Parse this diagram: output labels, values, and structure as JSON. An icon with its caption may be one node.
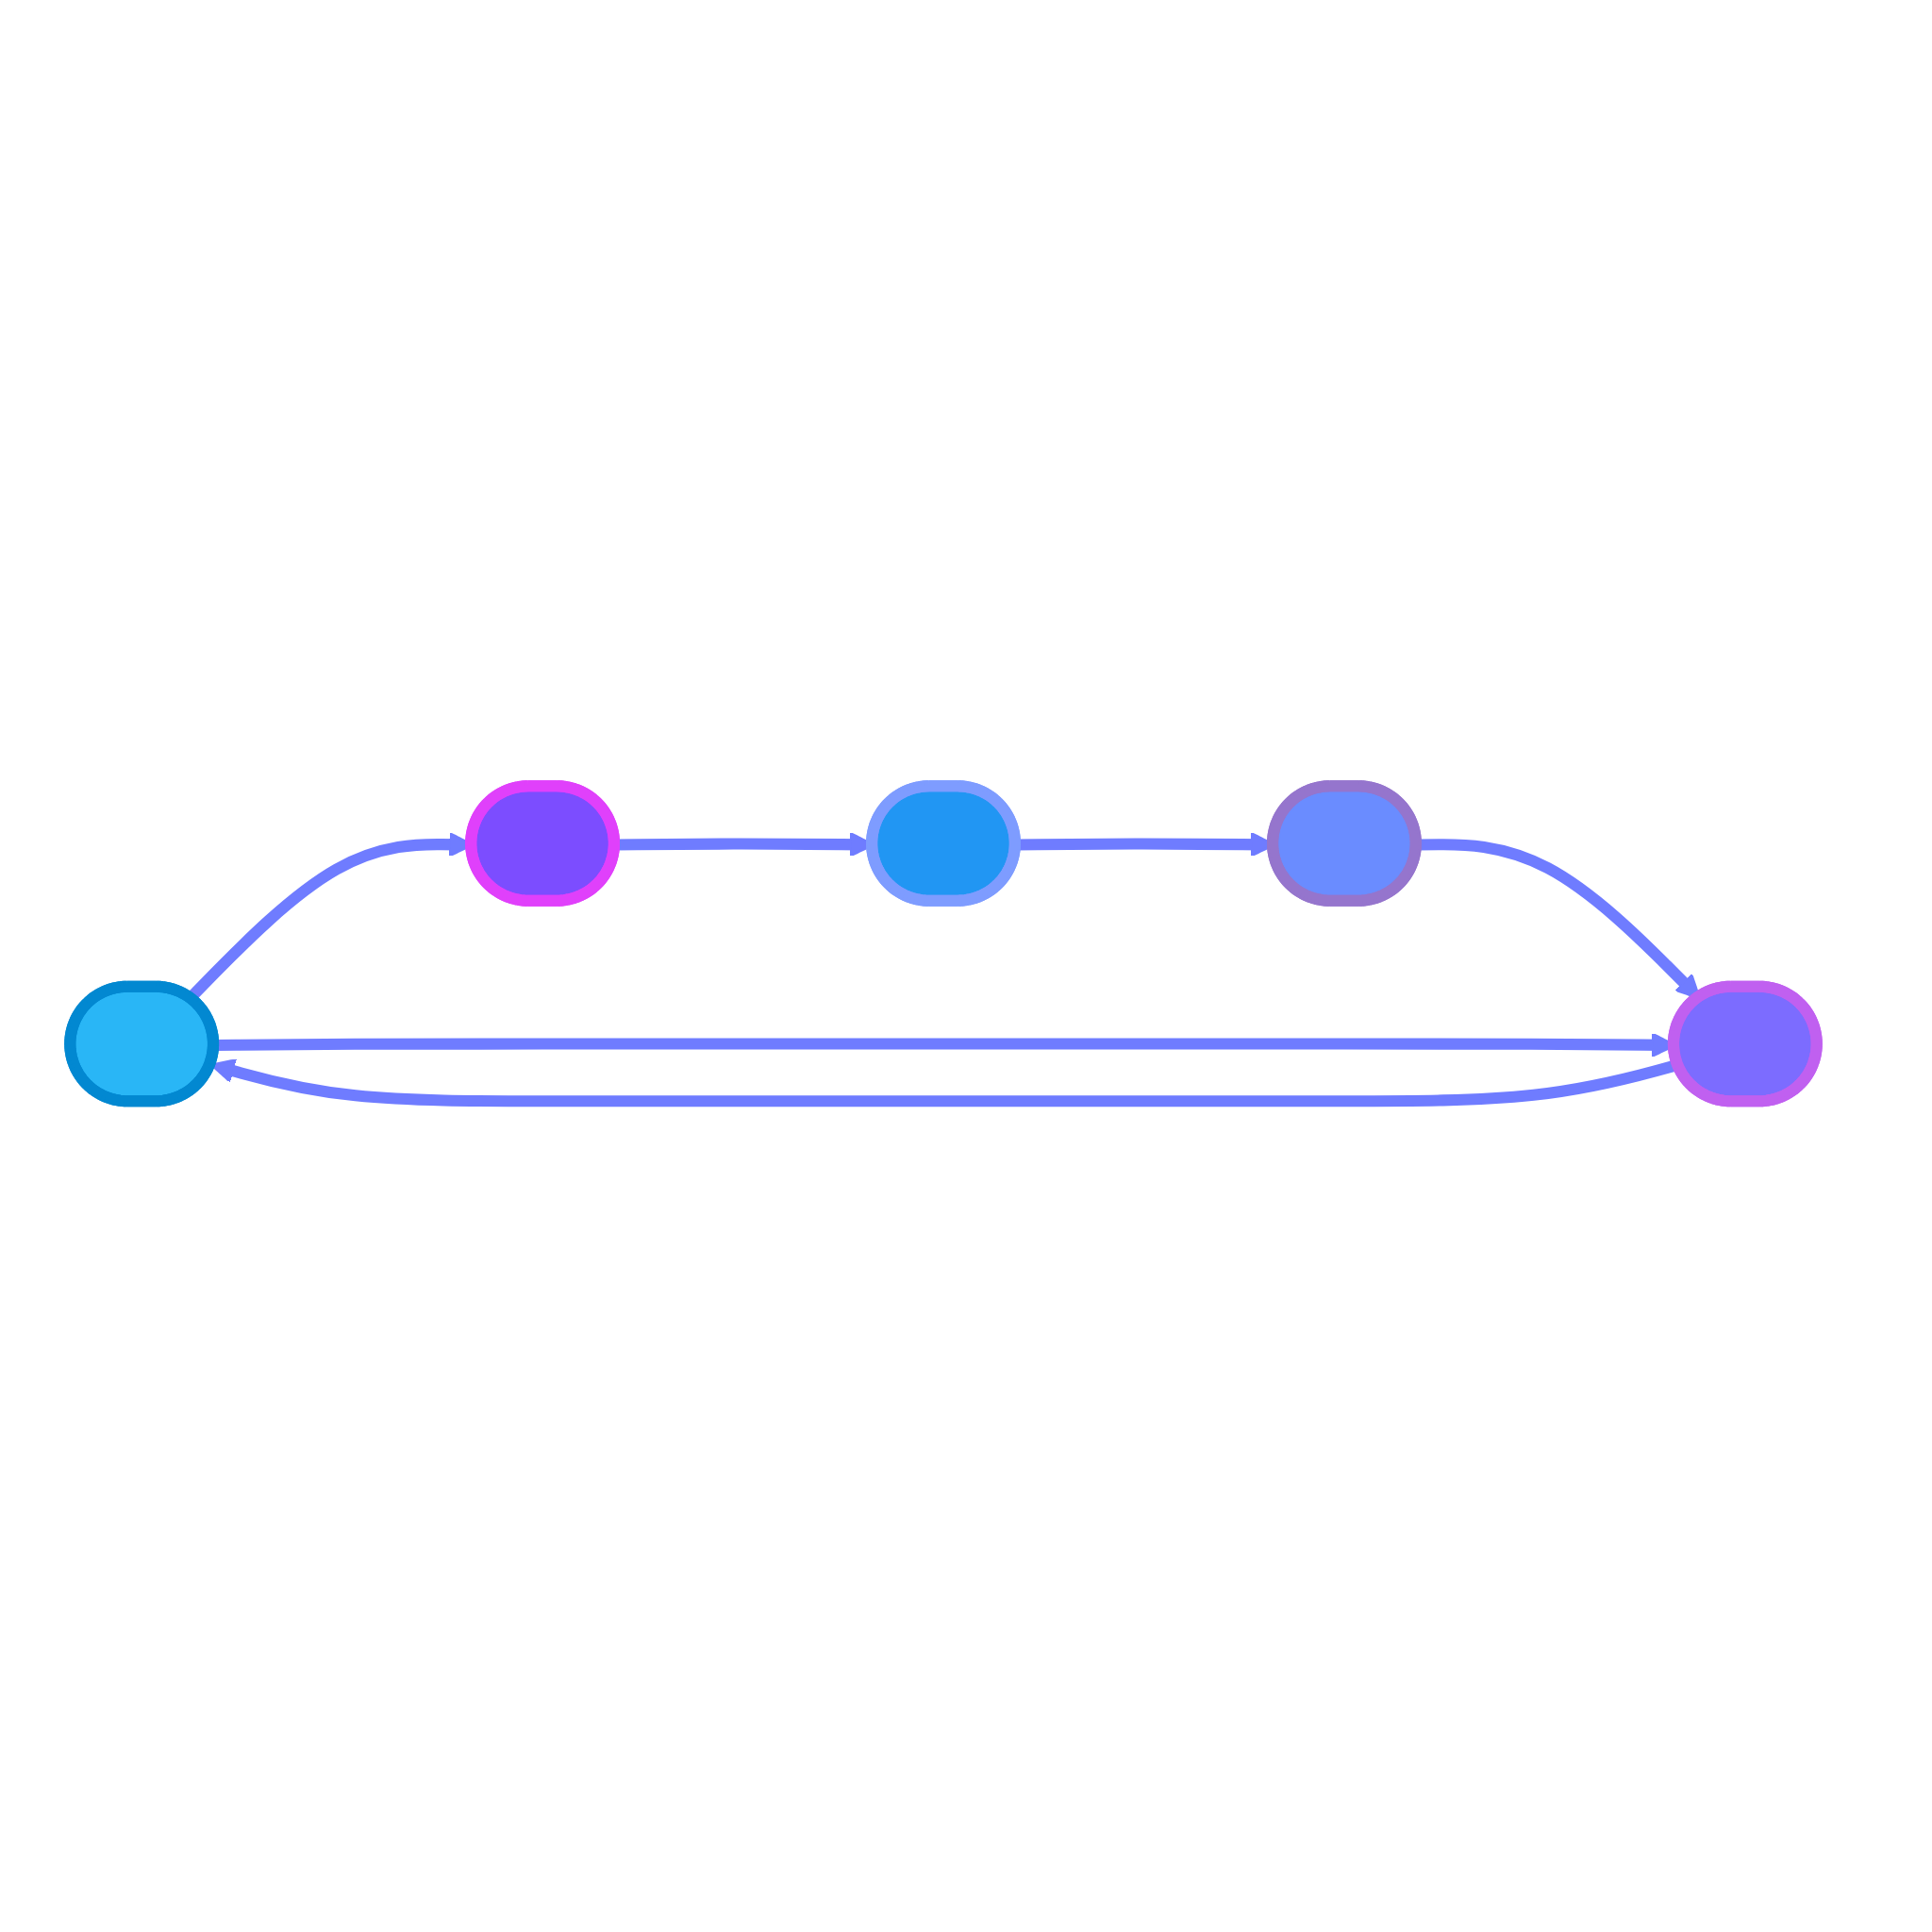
{
  "diagram": {
    "nodes": [
      {
        "text": [],
        "shape": "box"
      },
      {
        "text": [],
        "shape": "box"
      },
      {
        "text": [],
        "shape": "box"
      },
      {
        "text": [],
        "shape": "box"
      },
      {
        "text": [],
        "shape": "box"
      }
    ],
    "edges": [
      {
        "from": 0,
        "to": 1,
        "arrow": "to"
      },
      {
        "from": 1,
        "to": 2,
        "arrow": "to"
      },
      {
        "from": 2,
        "to": 3,
        "arrow": "to"
      },
      {
        "from": 3,
        "to": 4,
        "arrow": "to"
      },
      {
        "from": 0,
        "to": 4,
        "arrow": "to"
      },
      {
        "from": 4,
        "to": 0,
        "arrow": "to"
      }
    ]
  }
}
